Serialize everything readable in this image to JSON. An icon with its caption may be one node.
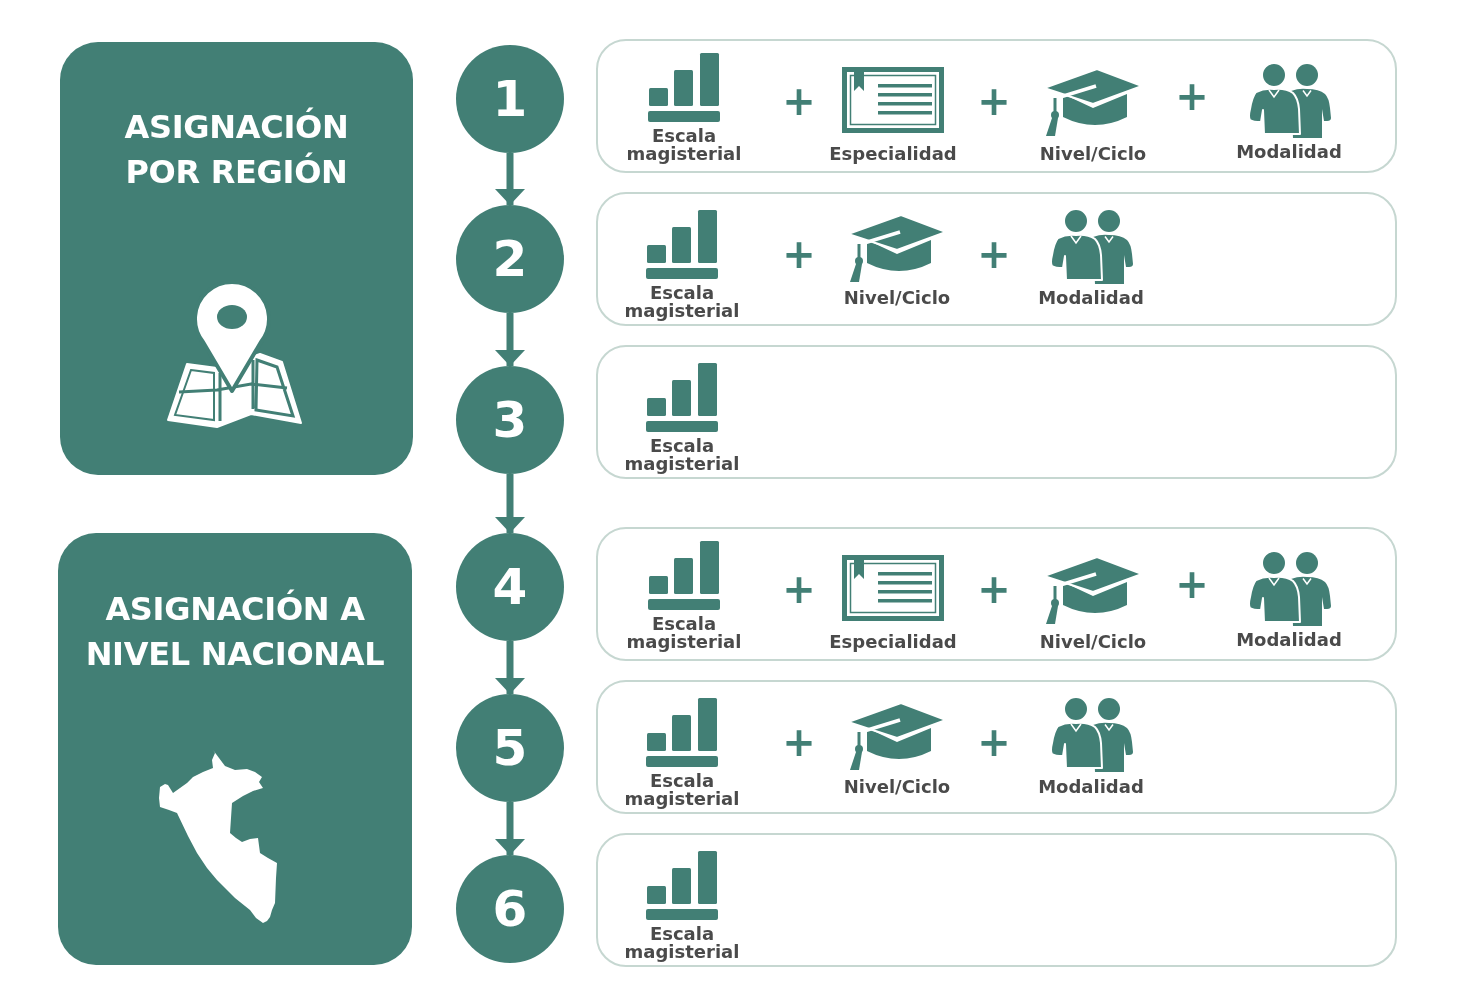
{
  "diagram": {
    "nodes": [
      {
        "text": [
          "ASIGNACIÓN POR REGIÓN"
        ]
      },
      {
        "text": [
          "1"
        ]
      },
      {
        "text": [],
        "shape": "box"
      },
      {
        "text": [
          "Escala magisterial"
        ],
        "in": 2
      },
      {
        "text": [
          "Especialidad"
        ],
        "in": 2
      },
      {
        "text": [
          "Nivel/Ciclo"
        ],
        "in": 2
      },
      {
        "text": [
          "Modalidad"
        ],
        "in": 2
      },
      {
        "text": [
          "2"
        ]
      },
      {
        "text": [],
        "shape": "box"
      },
      {
        "text": [
          "Escala magisterial"
        ],
        "in": 8
      },
      {
        "text": [
          "Nivel/Ciclo"
        ],
        "in": 8
      },
      {
        "text": [
          "Modalidad"
        ],
        "in": 8
      },
      {
        "text": [
          "3"
        ]
      },
      {
        "text": [],
        "shape": "box"
      },
      {
        "text": [
          "Escala magisterial"
        ],
        "in": 13
      },
      {
        "text": [
          "ASIGNACIÓN A NIVEL NACIONAL"
        ]
      },
      {
        "text": [
          "4"
        ]
      },
      {
        "text": [],
        "shape": "box"
      },
      {
        "text": [
          "Escala magisterial"
        ],
        "in": 17
      },
      {
        "text": [
          "Especialidad"
        ],
        "in": 17
      },
      {
        "text": [
          "Nivel/Ciclo"
        ],
        "in": 17
      },
      {
        "text": [
          "Modalidad"
        ],
        "in": 17
      },
      {
        "text": [
          "5"
        ]
      },
      {
        "text": [],
        "shape": "box"
      },
      {
        "text": [
          "Escala magisterial"
        ],
        "in": 23
      },
      {
        "text": [
          "Nivel/Ciclo"
        ],
        "in": 23
      },
      {
        "text": [
          "Modalidad"
        ],
        "in": 23
      },
      {
        "text": [
          "6"
        ]
      },
      {
        "text": [],
        "shape": "box"
      },
      {
        "text": [
          "Escala magisterial"
        ],
        "in": 28
      }
    ],
    "edges": [
      {
        "from": 1,
        "to": 7,
        "arrow": "to"
      },
      {
        "from": 7,
        "to": 12,
        "arrow": "to"
      },
      {
        "from": 12,
        "to": 16,
        "arrow": "to"
      },
      {
        "from": 16,
        "to": 22,
        "arrow": "to"
      },
      {
        "from": 22,
        "to": 27,
        "arrow": "to"
      }
    ],
    "labels": [
      "+",
      "+",
      "+",
      "+",
      "+",
      "+",
      "+",
      "+",
      "+",
      "+"
    ]
  }
}
